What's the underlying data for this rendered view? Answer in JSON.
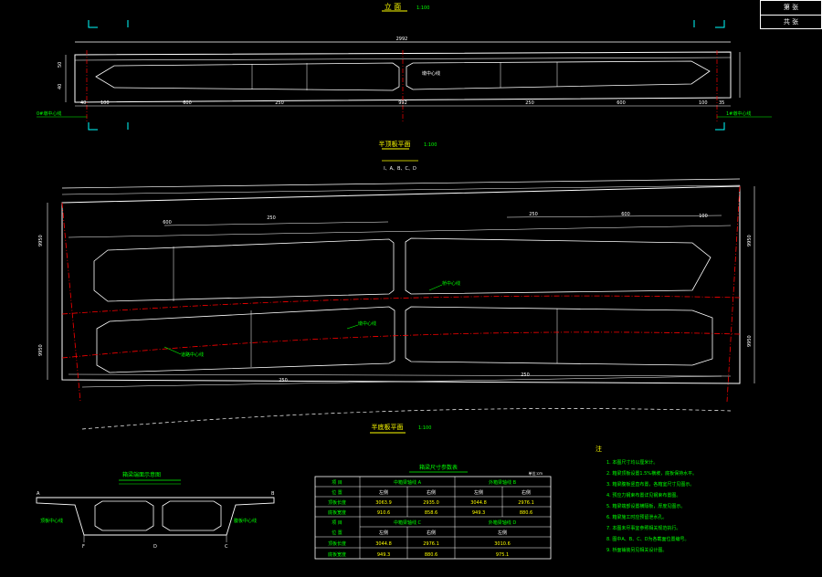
{
  "title_block": {
    "row1": "第 张",
    "row2": "共 张"
  },
  "elevation": {
    "title": "立 面",
    "scale": "1:100",
    "total": "2992",
    "d_left": "600",
    "d_mid_left": "250",
    "d_center": "992",
    "d_mid_right": "250",
    "d_right": "600",
    "d_end_l": "100",
    "d_end_r": "100",
    "d_small_l": "40",
    "d_small_r": "35",
    "h1": "50",
    "h2": "40",
    "note_left": "0#墩中心线",
    "note_right": "1#墩中心线",
    "mid_label": "墩中心线"
  },
  "plan_top": {
    "title": "半顶板平面",
    "scale": "1:100",
    "subtitle": "I、A、B、C、D",
    "d1": "600",
    "d2": "250",
    "d3": "250",
    "d4": "600",
    "d5": "100",
    "side1": "9950",
    "side2": "9950",
    "side_r1": "9950",
    "side_r2": "9950",
    "lbl_center": "桥中心线",
    "lbl_axis": "道路中心线",
    "lbl_side": "墩中心线"
  },
  "plan_bottom": {
    "title": "半底板平面",
    "scale": "1:100",
    "d_bottom": "250",
    "d_bottom2": "250"
  },
  "section": {
    "title": "箱梁端面示意图",
    "label_left": "顶板中心线",
    "label_right": "腹板中心线",
    "a": "A",
    "b": "B",
    "c": "C",
    "d": "D",
    "f": "F"
  },
  "table": {
    "title": "箱梁尺寸参数表",
    "unit": "单位:cm",
    "h_r1": "项 目",
    "h_r2": "位 置",
    "g1": "中箱梁轴线 A",
    "g2": "外箱梁轴线 B",
    "c_l": "左侧",
    "c_r": "右侧",
    "r1_label": "顶板长度",
    "r1": [
      "3063.9",
      "2935.0",
      "3044.8",
      "2976.1"
    ],
    "r2_label": "底板宽度",
    "r2": [
      "910.6",
      "858.6",
      "949.3",
      "880.6"
    ],
    "h2_r1": "项 目",
    "h2_r2": "位 置",
    "g3": "中箱梁轴线 C",
    "g4": "外箱梁轴线 D",
    "c3": "左侧",
    "c4": "右侧",
    "c5": "左侧",
    "r3_label": "顶板长度",
    "r3": [
      "3044.8",
      "2976.1",
      "3010.6"
    ],
    "r4_label": "底板宽度",
    "r4": [
      "949.3",
      "880.6",
      "975.1"
    ]
  },
  "notes": {
    "title": "注",
    "items": [
      "1. 本图尺寸均以厘米计。",
      "2. 箱梁顶板设置1.5%横坡，底板保持水平。",
      "3. 箱梁腹板竖直布置，各箱室尺寸见图示。",
      "4. 预应力钢束布置详见钢束布置图。",
      "5. 箱梁端部设置横隔板，厚度见图示。",
      "6. 箱梁施工时应预留泄水孔。",
      "7. 本图未尽事宜参照相关规范执行。",
      "8. 图中A、B、C、D为各截面位置编号。",
      "9. 桥面铺装另见相关设计图。"
    ]
  }
}
